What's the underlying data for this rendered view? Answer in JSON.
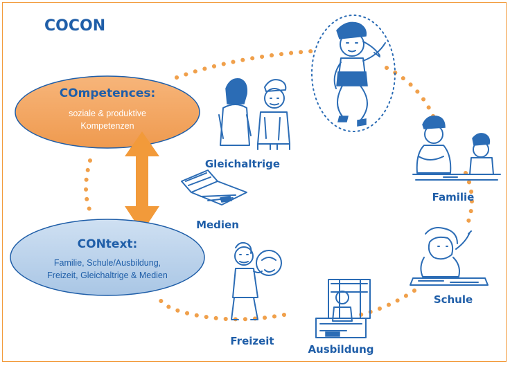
{
  "title": "COCON",
  "competences": {
    "heading": "COmpetences:",
    "line1": "soziale & produktive",
    "line2": "Kompetenzen"
  },
  "context": {
    "heading": "CONtext:",
    "line1": "Familie, Schule/Ausbildung,",
    "line2": "Freizeit, Gleichaltrige & Medien"
  },
  "labels": {
    "gleichaltrige": "Gleichaltrige",
    "familie": "Familie",
    "schule": "Schule",
    "ausbildung": "Ausbildung",
    "freizeit": "Freizeit",
    "medien": "Medien"
  },
  "colors": {
    "accent_orange": "#f29a3a",
    "dot_orange": "#f0a04b",
    "blue_text": "#1f5ea8",
    "context_fill": "#b7d1ea",
    "competence_fill": "#f4a460"
  },
  "icons": [
    "youth-figure-icon",
    "peers-icon",
    "family-icon",
    "school-icon",
    "vocational-icon",
    "leisure-icon",
    "media-icon"
  ]
}
